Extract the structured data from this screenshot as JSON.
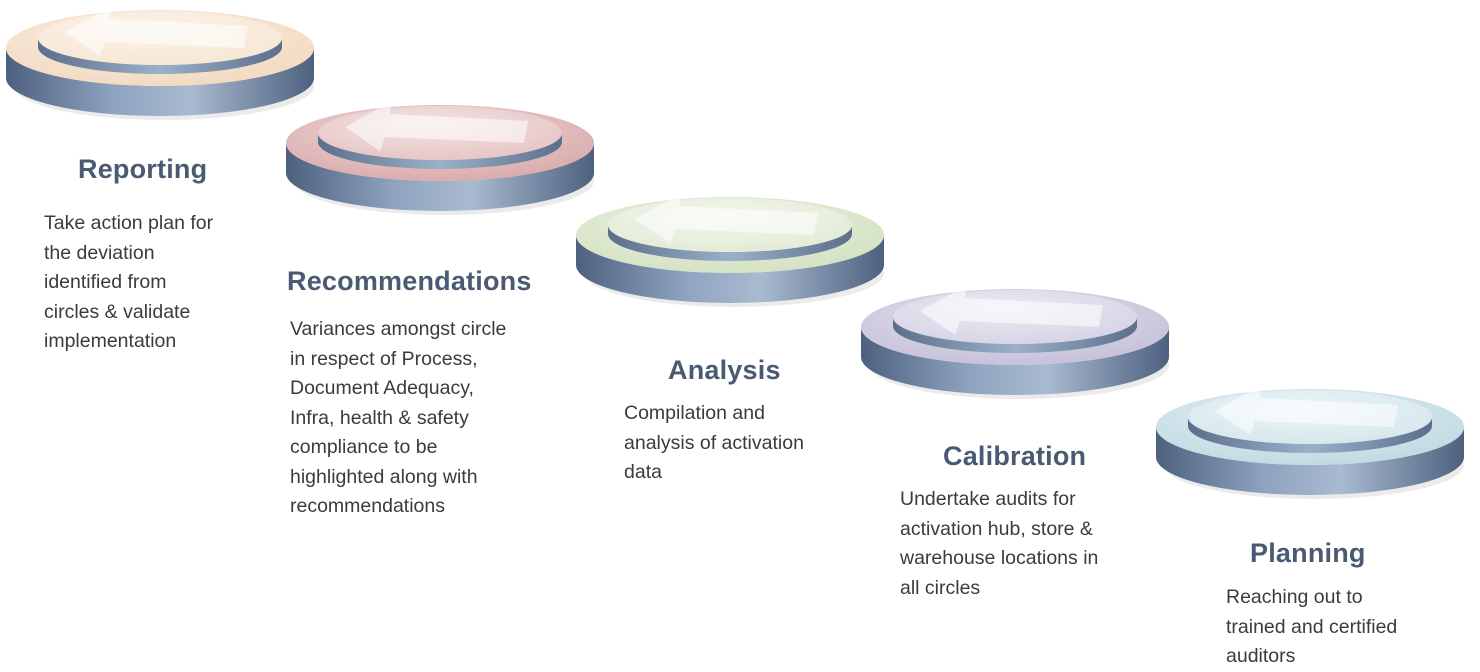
{
  "colors": {
    "disc_side": "#6f87a6",
    "disc_side_dark": "#4d617f",
    "disc_side_light": "#a9bad0",
    "title_text": "#4a5a72",
    "body_text": "#3b3b3b",
    "arrow": "#ffffff"
  },
  "steps": [
    {
      "id": "reporting",
      "icon": "arrow-left-icon",
      "title": "Reporting",
      "description": "Take action plan for\nthe deviation\nidentified from\ncircles & validate\nimplementation",
      "disc_color": "#f2d9bf",
      "disc_top_light": "#f7e6d3"
    },
    {
      "id": "recommendations",
      "icon": "arrow-left-icon",
      "title": "Recommendations",
      "description": "Variances amongst circle\nin respect of Process,\nDocument Adequacy,\nInfra, health & safety\ncompliance to be\nhighlighted along with\nrecommendations",
      "disc_color": "#d9a9aa",
      "disc_top_light": "#e6c3c3"
    },
    {
      "id": "analysis",
      "icon": "arrow-left-icon",
      "title": "Analysis",
      "description": "Compilation and\nanalysis of activation\ndata",
      "disc_color": "#d3e1c1",
      "disc_top_light": "#e2ebd6"
    },
    {
      "id": "calibration",
      "icon": "arrow-left-icon",
      "title": "Calibration",
      "description": "Undertake audits for\nactivation hub, store &\nwarehouse locations in\nall circles",
      "disc_color": "#c4bfd8",
      "disc_top_light": "#d6d2e5"
    },
    {
      "id": "planning",
      "icon": "arrow-left-icon",
      "title": "Planning",
      "description": "Reaching out to\ntrained and certified\nauditors",
      "disc_color": "#bfdae2",
      "disc_top_light": "#d5e7ec"
    }
  ]
}
